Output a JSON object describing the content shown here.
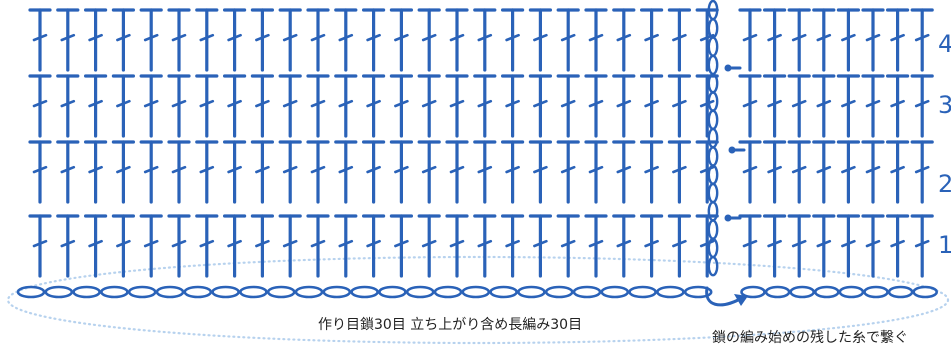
{
  "diagram": {
    "stitch_color": "#2a62b8",
    "dotted_color": "#b7d2ee",
    "row_numbers": [
      "1",
      "2",
      "3",
      "4"
    ],
    "left_panel_columns": 25,
    "right_panel_columns": 8,
    "rows": 4,
    "base_chain_left_count": 25,
    "base_chain_right_count": 8,
    "labels": {
      "foundation": "作り目鎖30目 立ち上がり含め長編み30目",
      "join_note": "鎖の編み始めの残した糸で繋ぐ"
    }
  }
}
